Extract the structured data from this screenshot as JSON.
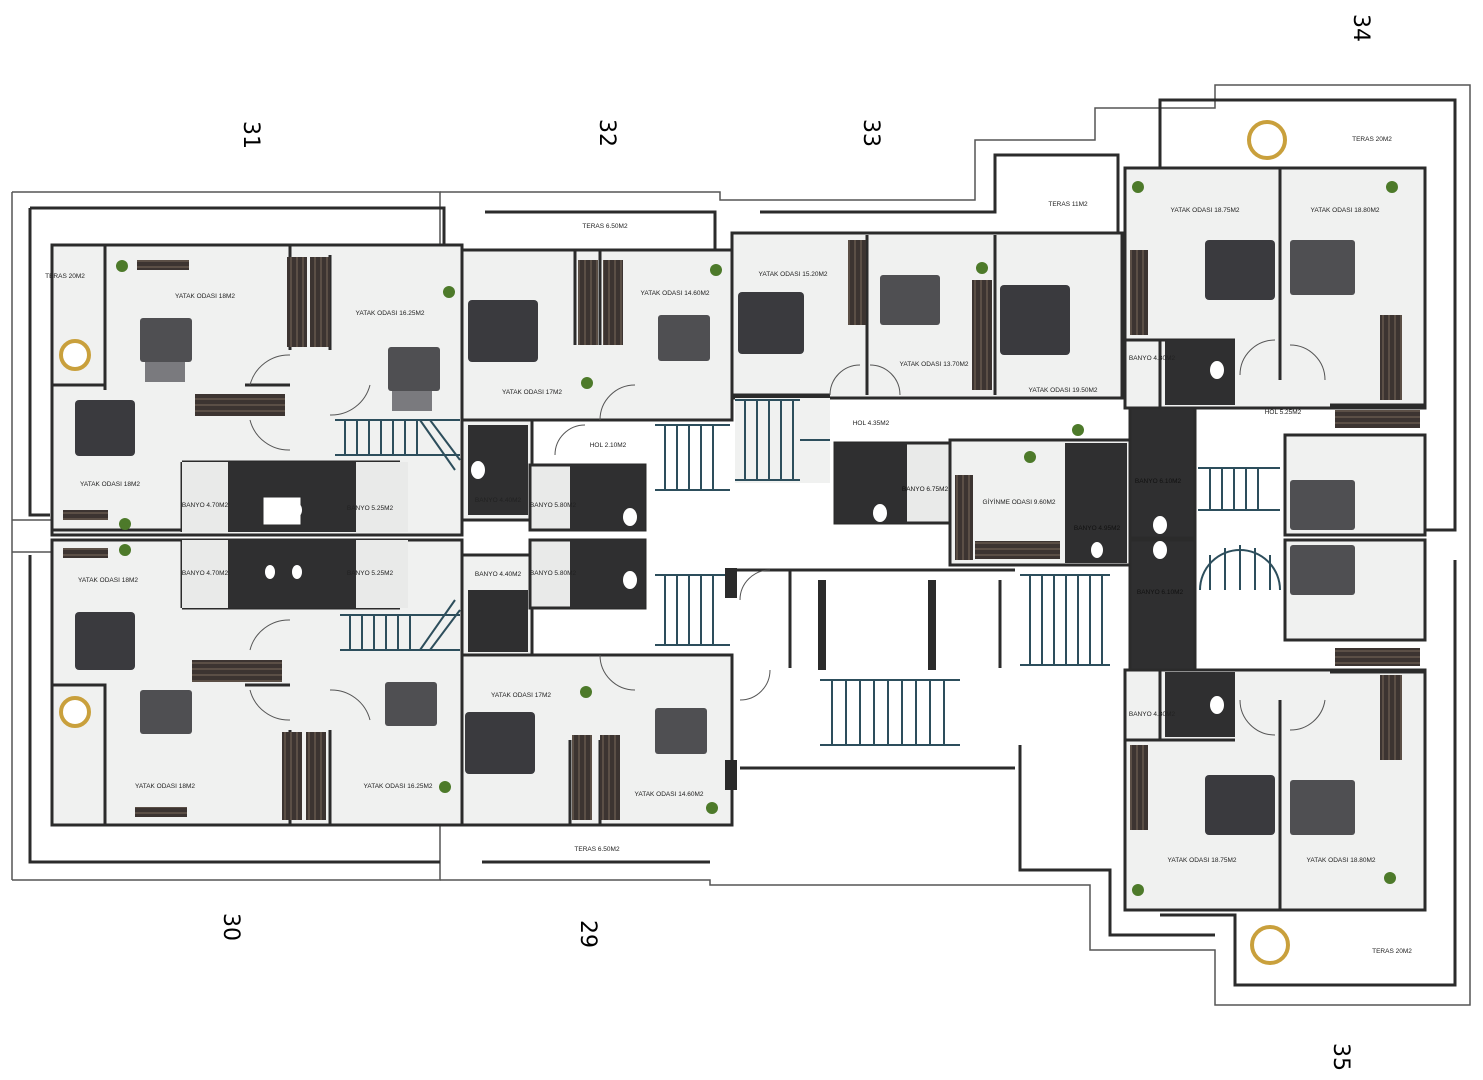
{
  "units": {
    "u29": "29",
    "u30": "30",
    "u31": "31",
    "u32": "32",
    "u33": "33",
    "u34": "34",
    "u35": "35"
  },
  "rooms": {
    "teras_20_left": "TERAS 20M2",
    "yatak_18_a": "YATAK ODASI 18M2",
    "yatak_1625_a": "YATAK ODASI 16.25M2",
    "yatak_18_b": "YATAK ODASI 18M2",
    "banyo_470_a": "BANYO 4.70M2",
    "banyo_525_a": "BANYO 5.25M2",
    "yatak_18_c": "YATAK ODASI 18M2",
    "banyo_470_b": "BANYO 4.70M2",
    "banyo_525_b": "BANYO 5.25M2",
    "yatak_18_d": "YATAK ODASI 18M2",
    "yatak_1625_b": "YATAK ODASI 16.25M2",
    "teras_650_top": "TERAS 6.50M2",
    "yatak_1460_a": "YATAK ODASI 14.60M2",
    "yatak_17_a": "YATAK ODASI 17M2",
    "hol_210": "HOL 2.10M2",
    "banyo_440_a": "BANYO 4.40M2",
    "banyo_580_a": "BANYO 5.80M2",
    "banyo_440_b": "BANYO 4.40M2",
    "banyo_580_b": "BANYO 5.80M2",
    "yatak_17_b": "YATAK ODASI 17M2",
    "yatak_1460_b": "YATAK ODASI 14.60M2",
    "teras_650_bottom": "TERAS 6.50M2",
    "teras_11": "TERAS 11M2",
    "yatak_1520": "YATAK ODASI 15.20M2",
    "yatak_1370": "YATAK ODASI 13.70M2",
    "hol_435": "HOL 4.35M2",
    "yatak_1950": "YATAK ODASI 19.50M2",
    "banyo_675": "BANYO 6.75M2",
    "giyinme": "GİYİNME ODASI 9.60M2",
    "banyo_495": "BANYO 4.95M2",
    "teras_20_top_right": "TERAS 20M2",
    "yatak_1875_a": "YATAK ODASI 18.75M2",
    "yatak_1880_a": "YATAK ODASI 18.80M2",
    "banyo_430_a": "BANYO 4.30M2",
    "hol_525": "HOL 5.25M2",
    "banyo_610_a": "BANYO 6.10M2",
    "banyo_610_b": "BANYO 6.10M2",
    "banyo_430_b": "BANYO 4.30M2",
    "yatak_1875_b": "YATAK ODASI 18.75M2",
    "yatak_1880_b": "YATAK ODASI 18.80M2",
    "teras_20_bottom_right": "TERAS 20M2"
  },
  "colors": {
    "wall": "#2b2b2b",
    "floor": "#f0f1f0",
    "bath": "#2f2f30",
    "bath_light": "#e9eae9",
    "stair": "#2d4e5c",
    "wardrobe": "#3c3431",
    "bed": "#4f4f52",
    "plant": "#4d7a2a",
    "chair": "#c9a03c"
  }
}
